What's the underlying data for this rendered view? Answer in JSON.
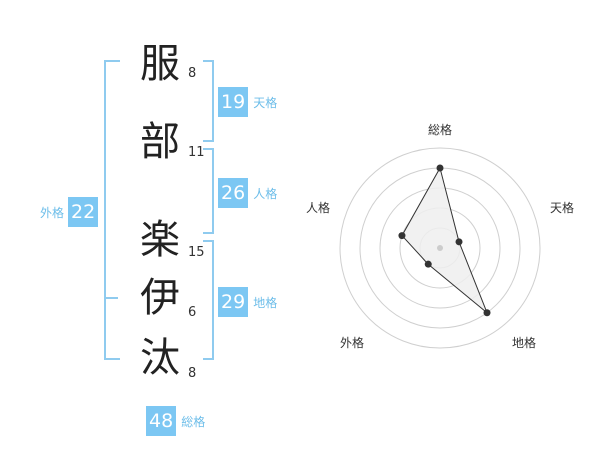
{
  "name_chars": [
    {
      "char": "服",
      "strokes": "8"
    },
    {
      "char": "部",
      "strokes": "11"
    },
    {
      "char": "楽",
      "strokes": "15"
    },
    {
      "char": "伊",
      "strokes": "6"
    },
    {
      "char": "汰",
      "strokes": "8"
    }
  ],
  "scores": {
    "tenkaku": {
      "label": "天格",
      "value": "19"
    },
    "jinkaku": {
      "label": "人格",
      "value": "26"
    },
    "chikaku": {
      "label": "地格",
      "value": "29"
    },
    "gaikaku": {
      "label": "外格",
      "value": "22"
    },
    "soukaku": {
      "label": "総格",
      "value": "48"
    }
  },
  "colors": {
    "accent": "#7cc7f3",
    "bracket": "#8fcbef",
    "label": "#6cbde9"
  },
  "chart_data": {
    "type": "radar",
    "axes": [
      "総格",
      "天格",
      "地格",
      "外格",
      "人格"
    ],
    "values": [
      4,
      1,
      4,
      1,
      2
    ],
    "max": 5
  }
}
